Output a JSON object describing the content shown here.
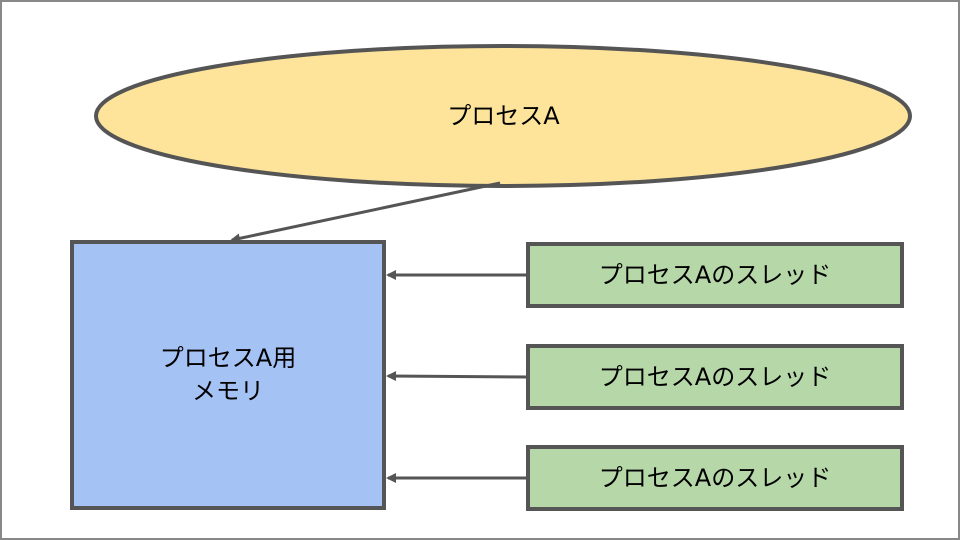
{
  "process": {
    "label": "プロセスA",
    "fill": "#fde49a",
    "stroke": "#555555"
  },
  "memory": {
    "line1": "プロセスA用",
    "line2": "メモリ",
    "fill": "#a4c2f4",
    "stroke": "#555555"
  },
  "threads": [
    {
      "label": "プロセスAのスレッド"
    },
    {
      "label": "プロセスAのスレッド"
    },
    {
      "label": "プロセスAのスレッド"
    }
  ],
  "thread_style": {
    "fill": "#b6d7a8",
    "stroke": "#555555"
  },
  "arrow_color": "#555555"
}
